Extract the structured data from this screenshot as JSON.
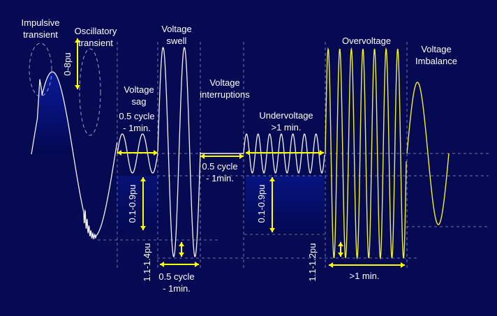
{
  "diagram": {
    "colors": {
      "background": "#050a52",
      "white_wave": "#f4f4f4",
      "yellow_wave": "#f2f22a",
      "arrow": "#ffff00",
      "grid": "#8d93c6",
      "fill_dark": "#0a1a9c",
      "fill_light": "#030850"
    },
    "labels": {
      "impulsive_1": "Impulsive",
      "impulsive_2": "transient",
      "oscillatory_1": "Oscillatory",
      "oscillatory_2": "transient",
      "sag_1": "Voltage",
      "sag_2": "sag",
      "swell_1": "Voltage",
      "swell_2": "swell",
      "interruptions_1": "Voltage",
      "interruptions_2": "interruptions",
      "undervoltage_1": "Undervoltage",
      "undervoltage_2": ">1 min.",
      "overvoltage": "Overvoltage",
      "imbalance_1": "Voltage",
      "imbalance_2": "Imbalance"
    },
    "annotations": {
      "pu_0_8": "0-8pu",
      "sag_duration_1": "0.5 cycle",
      "sag_duration_2": "- 1min.",
      "sag_magnitude": "0.1-0.9pu",
      "swell_magnitude": "1.1-1.4pu",
      "swell_duration_1": "0.5 cycle",
      "swell_duration_2": "- 1min.",
      "interrupt_duration_1": "0.5 cycle",
      "interrupt_duration_2": "- 1min.",
      "under_magnitude": "0.1-0.9pu",
      "over_magnitude": "1.1-1.2pu",
      "over_duration": ">1 min."
    }
  }
}
